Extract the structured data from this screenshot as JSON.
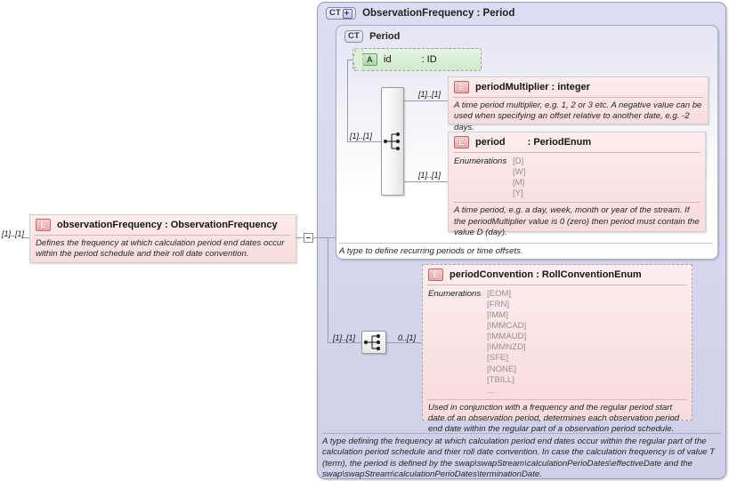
{
  "outer": {
    "badge": "CT",
    "badge_icon": "complextype-expand-icon",
    "title": "ObservationFrequency : Period",
    "documentation": "A type defining the frequency at which calculation period end dates occur within the regular part of the calculation period schedule and thier roll date convention. In case the calculation frequency is of value T (term), the period is defined by the swap\\swapStream\\calculationPerioDates\\effectiveDate and the swap\\swapStream\\calculationPerioDates\\terminationDate."
  },
  "period_container": {
    "badge": "CT",
    "title": "Period",
    "documentation": "A type to define recurring periods or time offsets."
  },
  "attribute": {
    "badge": "A",
    "name": "id",
    "type": ": ID"
  },
  "observation_frequency": {
    "badge": "E",
    "title": "observationFrequency : ObservationFrequency",
    "documentation": "Defines the frequency at which calculation period end dates occur within the period schedule and their roll date convention.",
    "cardinality": "[1]..[1]"
  },
  "elements": [
    {
      "badge": "E",
      "title": "periodMultiplier : integer",
      "documentation": "A time period multiplier, e.g. 1, 2 or 3 etc. A negative value can be used when specifying an offset relative to another date, e.g. -2 days.",
      "cardinality": "[1]..[1]"
    },
    {
      "badge": "E",
      "title_name": "period",
      "title_type": ": PeriodEnum",
      "enum_label": "Enumerations",
      "enum_values": [
        "[D]",
        "[W]",
        "[M]",
        "[Y]"
      ],
      "documentation": "A time period, e.g. a day, week, month or year of the stream. If the periodMultiplier value is 0 (zero) then period must contain the value D (day).",
      "cardinality": "[1]..[1]"
    },
    {
      "badge": "E",
      "title": "periodConvention : RollConventionEnum",
      "enum_label": "Enumerations",
      "enum_values": [
        "[EOM]",
        "[FRN]",
        "[IMM]",
        "[IMMCAD]",
        "[IMMAUD]",
        "[IMMNZD]",
        "[SFE]",
        "[NONE]",
        "[TBILL]",
        "..."
      ],
      "documentation": "Used in conjunction with a frequency and the regular period start date of an observation period, determines each observation period end date within the regular part of a observation period schedule.",
      "cardinality_left": "[1]..[1]",
      "cardinality_right": "0..[1]"
    }
  ],
  "compositors": {
    "sequence_tall_cardinality": "[1]..[1]",
    "sequence_small_cardinality": "[1]..[1]"
  },
  "colors": {
    "outer_bg": "#d6d6ee",
    "element_bg": "#fbe4e4",
    "attribute_bg": "#cfeac9",
    "enum_text": "#9b8e8e"
  }
}
